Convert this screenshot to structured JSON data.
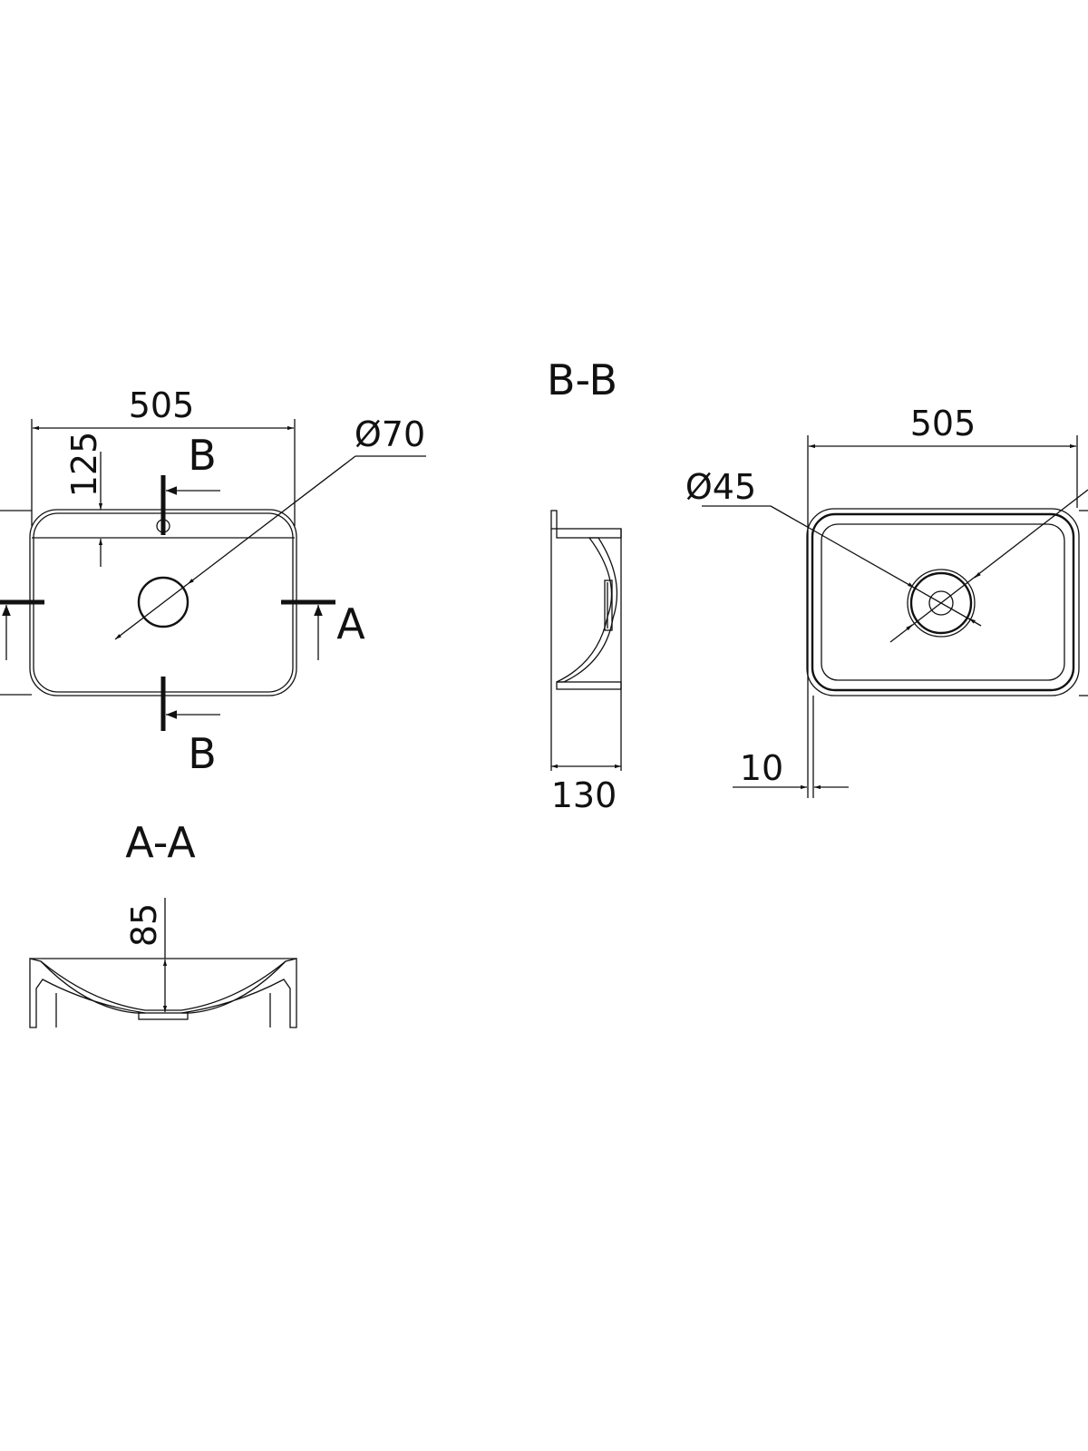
{
  "top_view": {
    "width_label": "505",
    "drain_diameter_label": "Ø70",
    "tap_offset_label": "125",
    "section_b_top_label": "B",
    "section_b_bottom_label": "B",
    "section_a_label": "A"
  },
  "section_bb": {
    "title": "B-B",
    "depth_label": "130"
  },
  "section_aa": {
    "title": "A-A",
    "depth_label": "85"
  },
  "bottom_view": {
    "width_label": "505",
    "drain_diameter_label": "Ø45",
    "wall_label": "10"
  }
}
